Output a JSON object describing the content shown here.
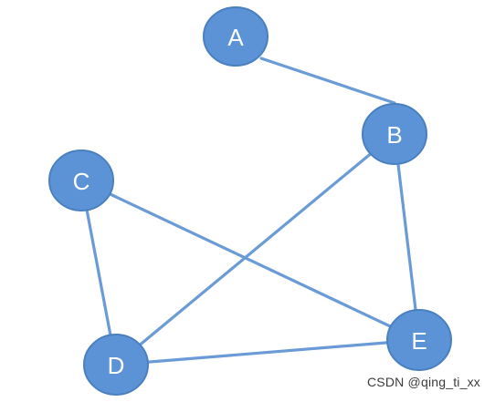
{
  "nodes": [
    {
      "id": "A",
      "label": "A"
    },
    {
      "id": "B",
      "label": "B"
    },
    {
      "id": "C",
      "label": "C"
    },
    {
      "id": "D",
      "label": "D"
    },
    {
      "id": "E",
      "label": "E"
    }
  ],
  "edges": [
    {
      "from": "A",
      "to": "B"
    },
    {
      "from": "B",
      "to": "D"
    },
    {
      "from": "B",
      "to": "E"
    },
    {
      "from": "C",
      "to": "D"
    },
    {
      "from": "C",
      "to": "E"
    },
    {
      "from": "D",
      "to": "E"
    }
  ],
  "colors": {
    "node_fill": "#5b93d6",
    "edge": "#6a9bd6",
    "label": "#ffffff"
  },
  "watermark": "CSDN @qing_ti_xx"
}
